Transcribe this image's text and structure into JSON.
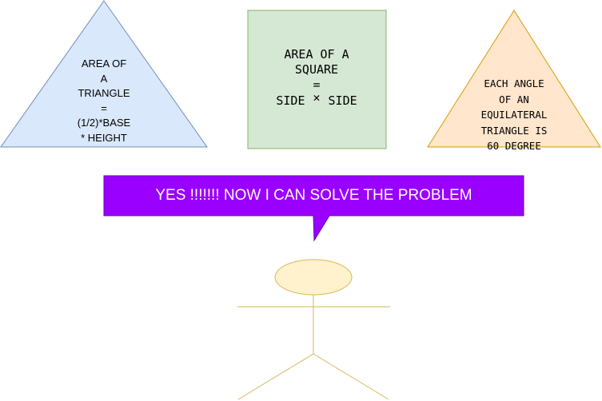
{
  "triangle_area": {
    "lines": [
      "AREA OF",
      "A",
      "TRIANGLE",
      "=",
      "(1/2)*BASE",
      "* HEIGHT"
    ]
  },
  "square_area": {
    "line1": "AREA OF A",
    "line2": "SQUARE",
    "line3": "=",
    "side_left": "SIDE",
    "times_symbol": "✕",
    "side_right": "SIDE"
  },
  "equilateral": {
    "lines": [
      "EACH ANGLE",
      "OF AN",
      "EQUILATERAL",
      "TRIANGLE IS",
      "60 DEGREE"
    ]
  },
  "speech_bubble": {
    "text": "YES !!!!!!! NOW I CAN SOLVE THE PROBLEM"
  },
  "colors": {
    "triangle_left_fill": "#dae8fc",
    "triangle_left_stroke": "#6c8ebf",
    "square_fill": "#d5e8d4",
    "square_stroke": "#82b366",
    "triangle_right_fill": "#ffe6cc",
    "triangle_right_stroke": "#d79b00",
    "bubble_fill": "#9900ff",
    "bubble_stroke": "#6a00b3",
    "bubble_text": "#ffffff",
    "stickman_fill": "#fff2cc",
    "stickman_stroke": "#d6b656"
  }
}
